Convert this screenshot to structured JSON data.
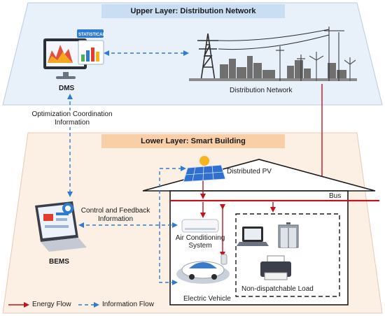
{
  "upper_layer": {
    "title": "Upper Layer:  Distribution Network"
  },
  "lower_layer": {
    "title": "Lower Layer:  Smart Building"
  },
  "labels": {
    "dms": "DMS",
    "distribution_network": "Distribution Network",
    "optimization_line1": "Optimization Coordination",
    "optimization_line2": "Information",
    "control_line1": "Control and Feedback",
    "control_line2": "Information",
    "bems": "BEMS",
    "distributed_pv": "Distributed PV",
    "bus": "Bus",
    "air_conditioning_line1": "Air Conditioning",
    "air_conditioning_line2": "System",
    "electric_vehicle": "Electric Vehicle",
    "non_dispatchable_load": "Non-dispatchable Load",
    "statistical_badge": "STATISTICAL"
  },
  "legend": {
    "energy_flow": "Energy Flow",
    "information_flow": "Information Flow"
  },
  "colors": {
    "upper_bg": "#e8f0fa",
    "lower_bg": "#fcefe3",
    "upper_title_bg": "#c9def3",
    "lower_title_bg": "#f8cfa6",
    "energy_flow": "#c0141c",
    "information_flow": "#2e7bd0"
  },
  "icons": [
    "monitor-chart-icon",
    "power-tower-icon",
    "laptop-icon",
    "solar-panel-icon",
    "air-conditioner-icon",
    "electric-car-icon",
    "notebook-computer-icon",
    "elevator-icon",
    "printer-icon"
  ]
}
